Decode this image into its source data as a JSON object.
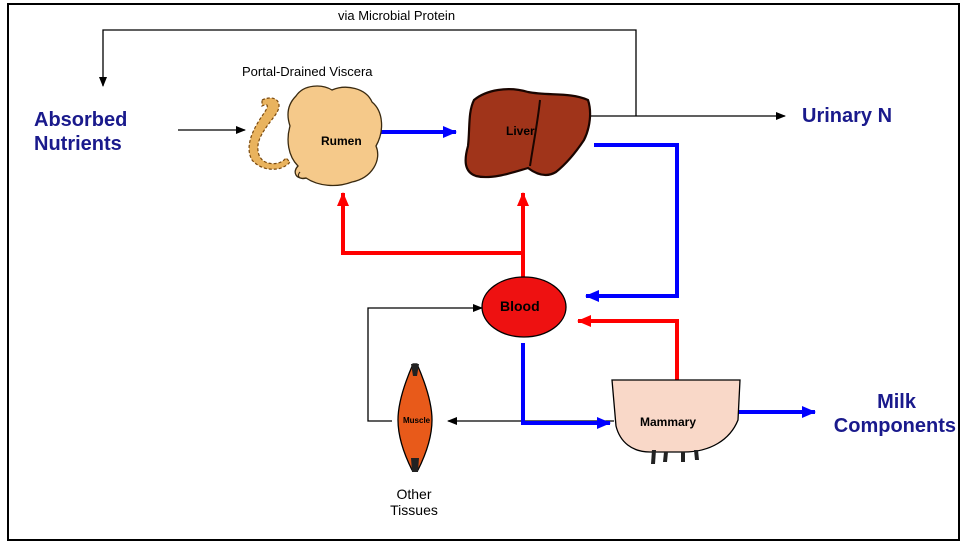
{
  "labels": {
    "via_microbial_protein": "via Microbial Protein",
    "portal_drained_viscera": "Portal-Drained Viscera",
    "absorbed_nutrients_line1": "Absorbed",
    "absorbed_nutrients_line2": "Nutrients",
    "rumen": "Rumen",
    "liver": "Liver",
    "urinary_n": "Urinary N",
    "blood": "Blood",
    "muscle": "Muscle",
    "other_tissues_line1": "Other",
    "other_tissues_line2": "Tissues",
    "mammary": "Mammary",
    "milk_components_line1": "Milk",
    "milk_components_line2": "Components"
  },
  "colors": {
    "label_blue": "#1a1a8c",
    "flow_blue": "#0000ff",
    "flow_red": "#ff0000",
    "blood_fill": "#ee1111",
    "rumen_fill": "#f5c98a",
    "liver_fill": "#a0341a",
    "muscle_fill": "#e85a1a",
    "mammary_fill": "#f9d8c8",
    "intestine_fill": "#e9b35e"
  }
}
